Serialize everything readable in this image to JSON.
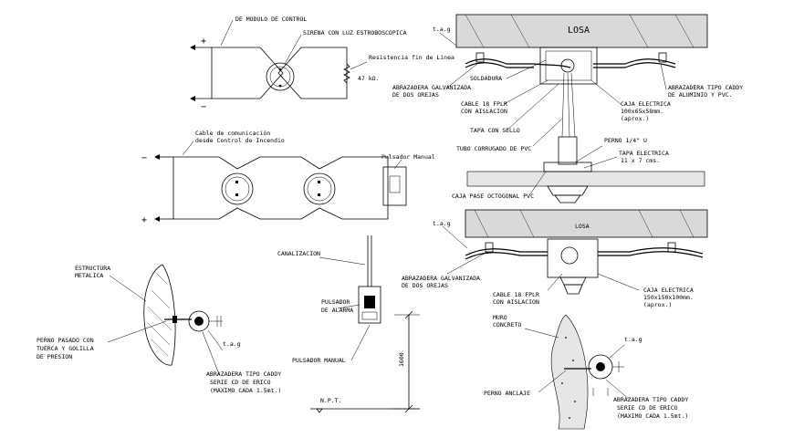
{
  "d1": {
    "modulo": "DE MODULO DE CONTROL",
    "sirena": "SIRENA CON LUZ ESTROBOSCOPICA",
    "resistencia": "Resistencia fin de Linea",
    "ohm": "47 kΩ.",
    "plus": "+",
    "minus": "−"
  },
  "d2": {
    "cable1": "Cable de comunicación",
    "cable2": "desde Control de Incendio",
    "pulsador": "Pulsador Manual",
    "minus": "−",
    "plus": "+"
  },
  "d3": {
    "estructura1": "ESTRUCTURA",
    "estructura2": "METALICA",
    "perno1": "PERNO PASADO CON",
    "perno2": "TUERCA Y GOLILLA",
    "perno3": "DE PRESION",
    "tag": "t.a.g",
    "abraz1": "ABRAZADERA TIPO CADDY",
    "abraz2": "SERIE CD DE ERICO",
    "abraz3": "(MAXIMO CADA 1.5mt.)"
  },
  "d4": {
    "canalizacion": "CANALIZACION",
    "pulsador1": "PULSADOR",
    "pulsador2": "DE ALARMA",
    "manual": "PULSADOR MANUAL",
    "dim": "1600",
    "npt": "N.P.T."
  },
  "d5": {
    "tag": "t.a.g",
    "losa": "LOSA",
    "soldadura": "SOLDADURA",
    "galv1": "ABRAZADERA GALVANIZADA",
    "galv2": "DE DOS OREJAS",
    "caddy1": "ABRAZADERA TIPO CADDY",
    "caddy2": "DE ALUMINIO Y PVC.",
    "cable1": "CABLE 18 FPLR",
    "cable2": "CON AISLACION",
    "caja1": "CAJA ELECTRICA",
    "caja2": "100x65x58mm.",
    "caja3": "(aprox.)",
    "tapa": "TAPA CON SELLO",
    "tubo": "TUBO CORRUGADO DE PVC",
    "perno": "PERNO 1/4\" U",
    "tapae1": "TAPA ELECTRICA",
    "tapae2": "11 x 7 cms.",
    "pase": "CAJA PASE OCTOGONAL PVC"
  },
  "d6": {
    "tag": "t.a.g",
    "losa": "LOSA",
    "galv1": "ABRAZADERA GALVANIZADA",
    "galv2": "DE DOS OREJAS",
    "cable1": "CABLE 18 FPLR",
    "cable2": "CON AISLACION",
    "caja1": "CAJA ELECTRICA",
    "caja2": "150x150x100mm.",
    "caja3": "(aprox.)"
  },
  "d7": {
    "muro1": "MURO",
    "muro2": "CONCRETO",
    "tag": "t.a.g",
    "anclaje": "PERNO ANCLAJE",
    "abraz1": "ABRAZADERA TIPO CADDY",
    "abraz2": "SERIE CD DE ERICO",
    "abraz3": "(MAXIMO CADA 1.5mt.)"
  }
}
